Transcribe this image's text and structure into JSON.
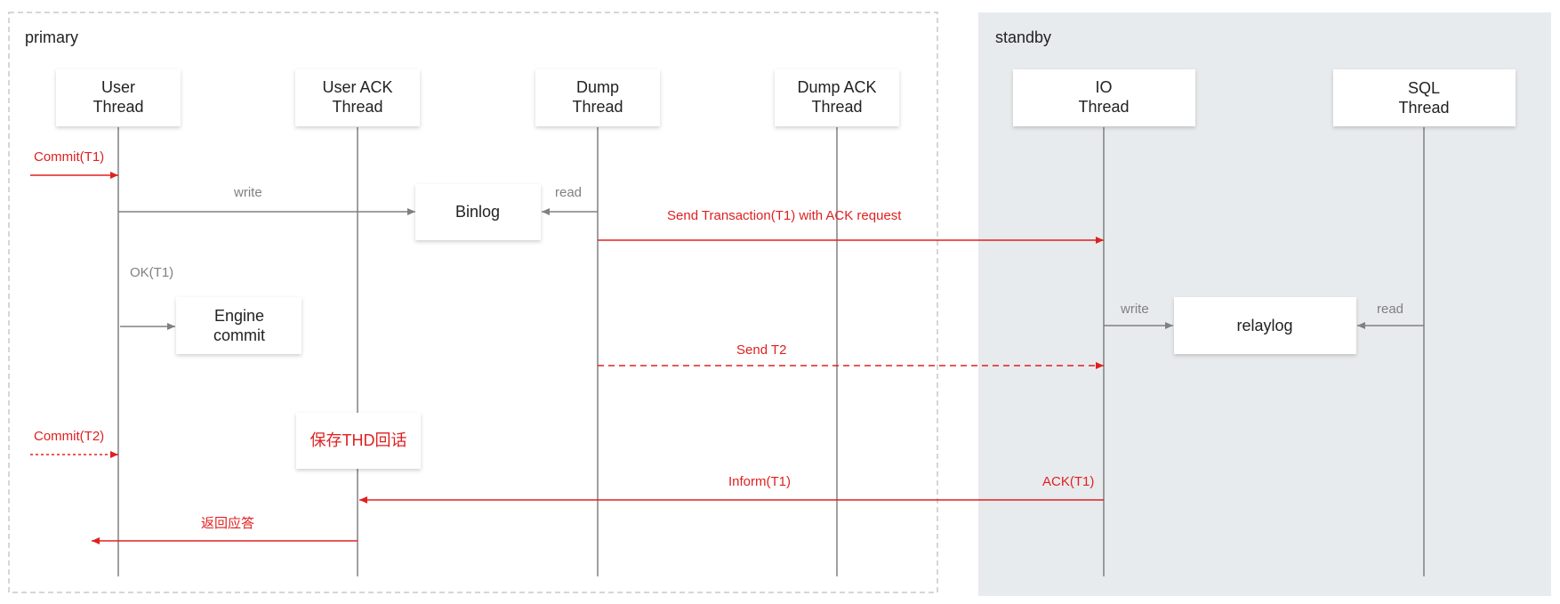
{
  "groups": {
    "primary": "primary",
    "standby": "standby"
  },
  "participants": {
    "user_thread": [
      "User",
      "Thread"
    ],
    "user_ack_thread": [
      "User ACK",
      "Thread"
    ],
    "dump_thread": [
      "Dump",
      "Thread"
    ],
    "dump_ack_thread": [
      "Dump ACK",
      "Thread"
    ],
    "io_thread": [
      "IO",
      "Thread"
    ],
    "sql_thread": [
      "SQL",
      "Thread"
    ]
  },
  "boxes": {
    "binlog": "Binlog",
    "engine_commit": [
      "Engine",
      "commit"
    ],
    "relaylog": "relaylog",
    "save_thd": "保存THD回话"
  },
  "messages": {
    "commit_t1": "Commit(T1)",
    "write_binlog": "write",
    "read_binlog": "read",
    "send_t1": "Send Transaction(T1) with ACK request",
    "ok_t1": "OK(T1)",
    "write_relay": "write",
    "read_relay": "read",
    "send_t2": "Send T2",
    "commit_t2": "Commit(T2)",
    "inform_t1": "Inform(T1)",
    "ack_t1": "ACK(T1)",
    "reply": "返回应答"
  },
  "colors": {
    "red": "#e02020",
    "gray": "#808080",
    "standby_bg": "#e8ebed",
    "dashed_border": "#c8c8c8"
  }
}
